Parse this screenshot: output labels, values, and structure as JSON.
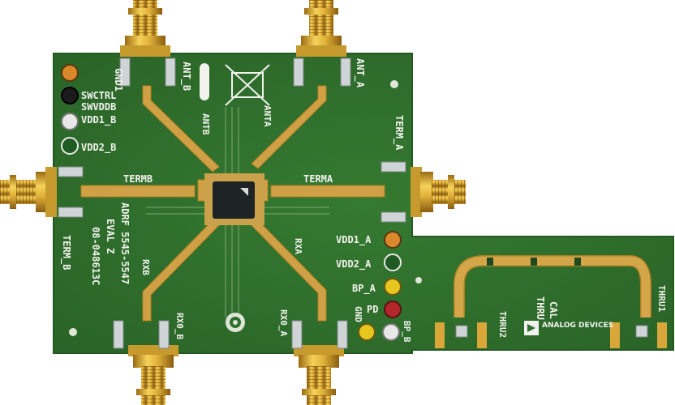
{
  "board": {
    "part_label": "ADRF 5545-5547",
    "eval_label": "EVAL Z",
    "code_label": "08-048613C",
    "brand": "ANALOG DEVICES",
    "colors": {
      "pcb": "#2f6f2d",
      "pcb_dark": "#24561f",
      "gold": "#d9a63a",
      "silkscreen": "#f2f2ee"
    }
  },
  "labels": {
    "gnd1": "GND1",
    "ant_b": "ANT_B",
    "ant_a": "ANT_A",
    "swctrl": "SWCTRL",
    "swvddb": "SWVDDB",
    "vdd1_b": "VDD1_B",
    "vdd2_b": "VDD2_B",
    "antb_trace": "ANTB",
    "anta_trace": "ANTA",
    "term_a": "TERM_A",
    "term_b": "TERM_B",
    "termb": "TERMB",
    "terma": "TERMA",
    "rxb": "RXB",
    "rxa": "RXA",
    "rx0_b": "RX0_B",
    "rx0_a": "RX0_A",
    "vdd1_a": "VDD1_A",
    "vdd2_a": "VDD2_A",
    "bp_a": "BP_A",
    "pd": "PD",
    "gnd": "GND",
    "bp_b": "BP_B",
    "thru": "THRU",
    "cal": "CAL",
    "thru1": "THRU1",
    "thru2": "THRU2"
  },
  "test_points": [
    {
      "name": "GND1",
      "color": "#d9892b"
    },
    {
      "name": "SWCTRL",
      "color": "#1b1b1b"
    },
    {
      "name": "SWVDDB",
      "color": "#1b1b1b"
    },
    {
      "name": "VDD1_B",
      "color": "#e8e8e8"
    },
    {
      "name": "VDD2_B",
      "color": "#1f5a22"
    },
    {
      "name": "VDD1_A",
      "color": "#d9892b"
    },
    {
      "name": "VDD2_A",
      "color": "#1f5a22"
    },
    {
      "name": "BP_A",
      "color": "#e8c51f"
    },
    {
      "name": "PD",
      "color": "#b3262a"
    },
    {
      "name": "GND",
      "color": "#e8c51f"
    },
    {
      "name": "BP_B",
      "color": "#e8e8e8"
    }
  ],
  "connectors": [
    "ANT_B",
    "ANT_A",
    "TERM_B",
    "TERM_A",
    "RX0_B",
    "RX0_A"
  ]
}
